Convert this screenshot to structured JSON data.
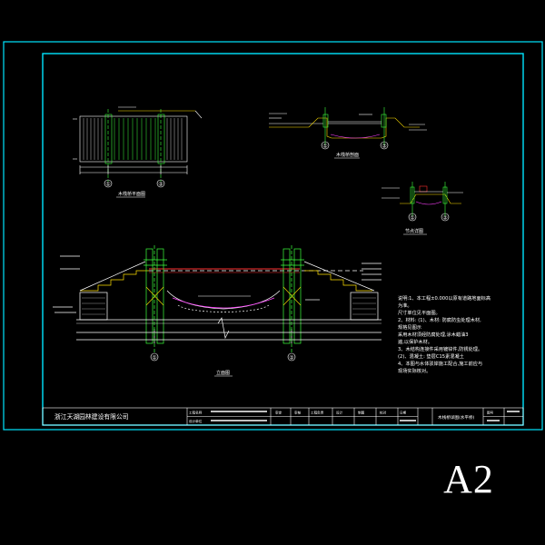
{
  "sheet": {
    "size_label": "A2",
    "colors": {
      "background": "#000000",
      "frame": "#00e5ff",
      "linework": "#ffffff",
      "accent_green": "#3cff3c",
      "accent_yellow": "#ffe000",
      "accent_magenta": "#ff40ff",
      "accent_red": "#ff3030"
    }
  },
  "title_block": {
    "company": "浙江天湖园林建设有限公司",
    "drawing_name": "木栈桥详图(水平桥)",
    "fields": [
      "工程名称",
      "设计单位",
      "审定",
      "审核",
      "工程负责",
      "设计",
      "制图",
      "校对",
      "日期",
      "图号"
    ]
  },
  "views": {
    "plan": {
      "caption": "木栈桥平面图",
      "axis_left": "①",
      "axis_right": "②"
    },
    "section_small": {
      "caption": "木栈桥剖面",
      "axis_left": "①",
      "axis_right": "②"
    },
    "detail": {
      "caption": "节点详图",
      "axis_left": "①",
      "axis_right": "②"
    },
    "elevation": {
      "caption": "立面图",
      "axis_left": "①",
      "axis_right": "②"
    }
  },
  "notes": {
    "lines": [
      "说明:1、本工程±0.000以原有道路地面标高",
      "为准。",
      "    尺寸单位见平面图。",
      "2、材料: (1)、木材: 防腐防虫处理木材,",
      "    规格见图示",
      "    采用木材须经防腐处理,涂木蜡油3",
      "    遍,以保护木材。",
      "3、木结构连接件采用镀锌件,防锈处理。",
      "    (2)、混凝土: 垫层C15素混凝土",
      "4、本图与水体驳岸施工配合,施工前应与",
      "    现场实际核对。"
    ]
  }
}
